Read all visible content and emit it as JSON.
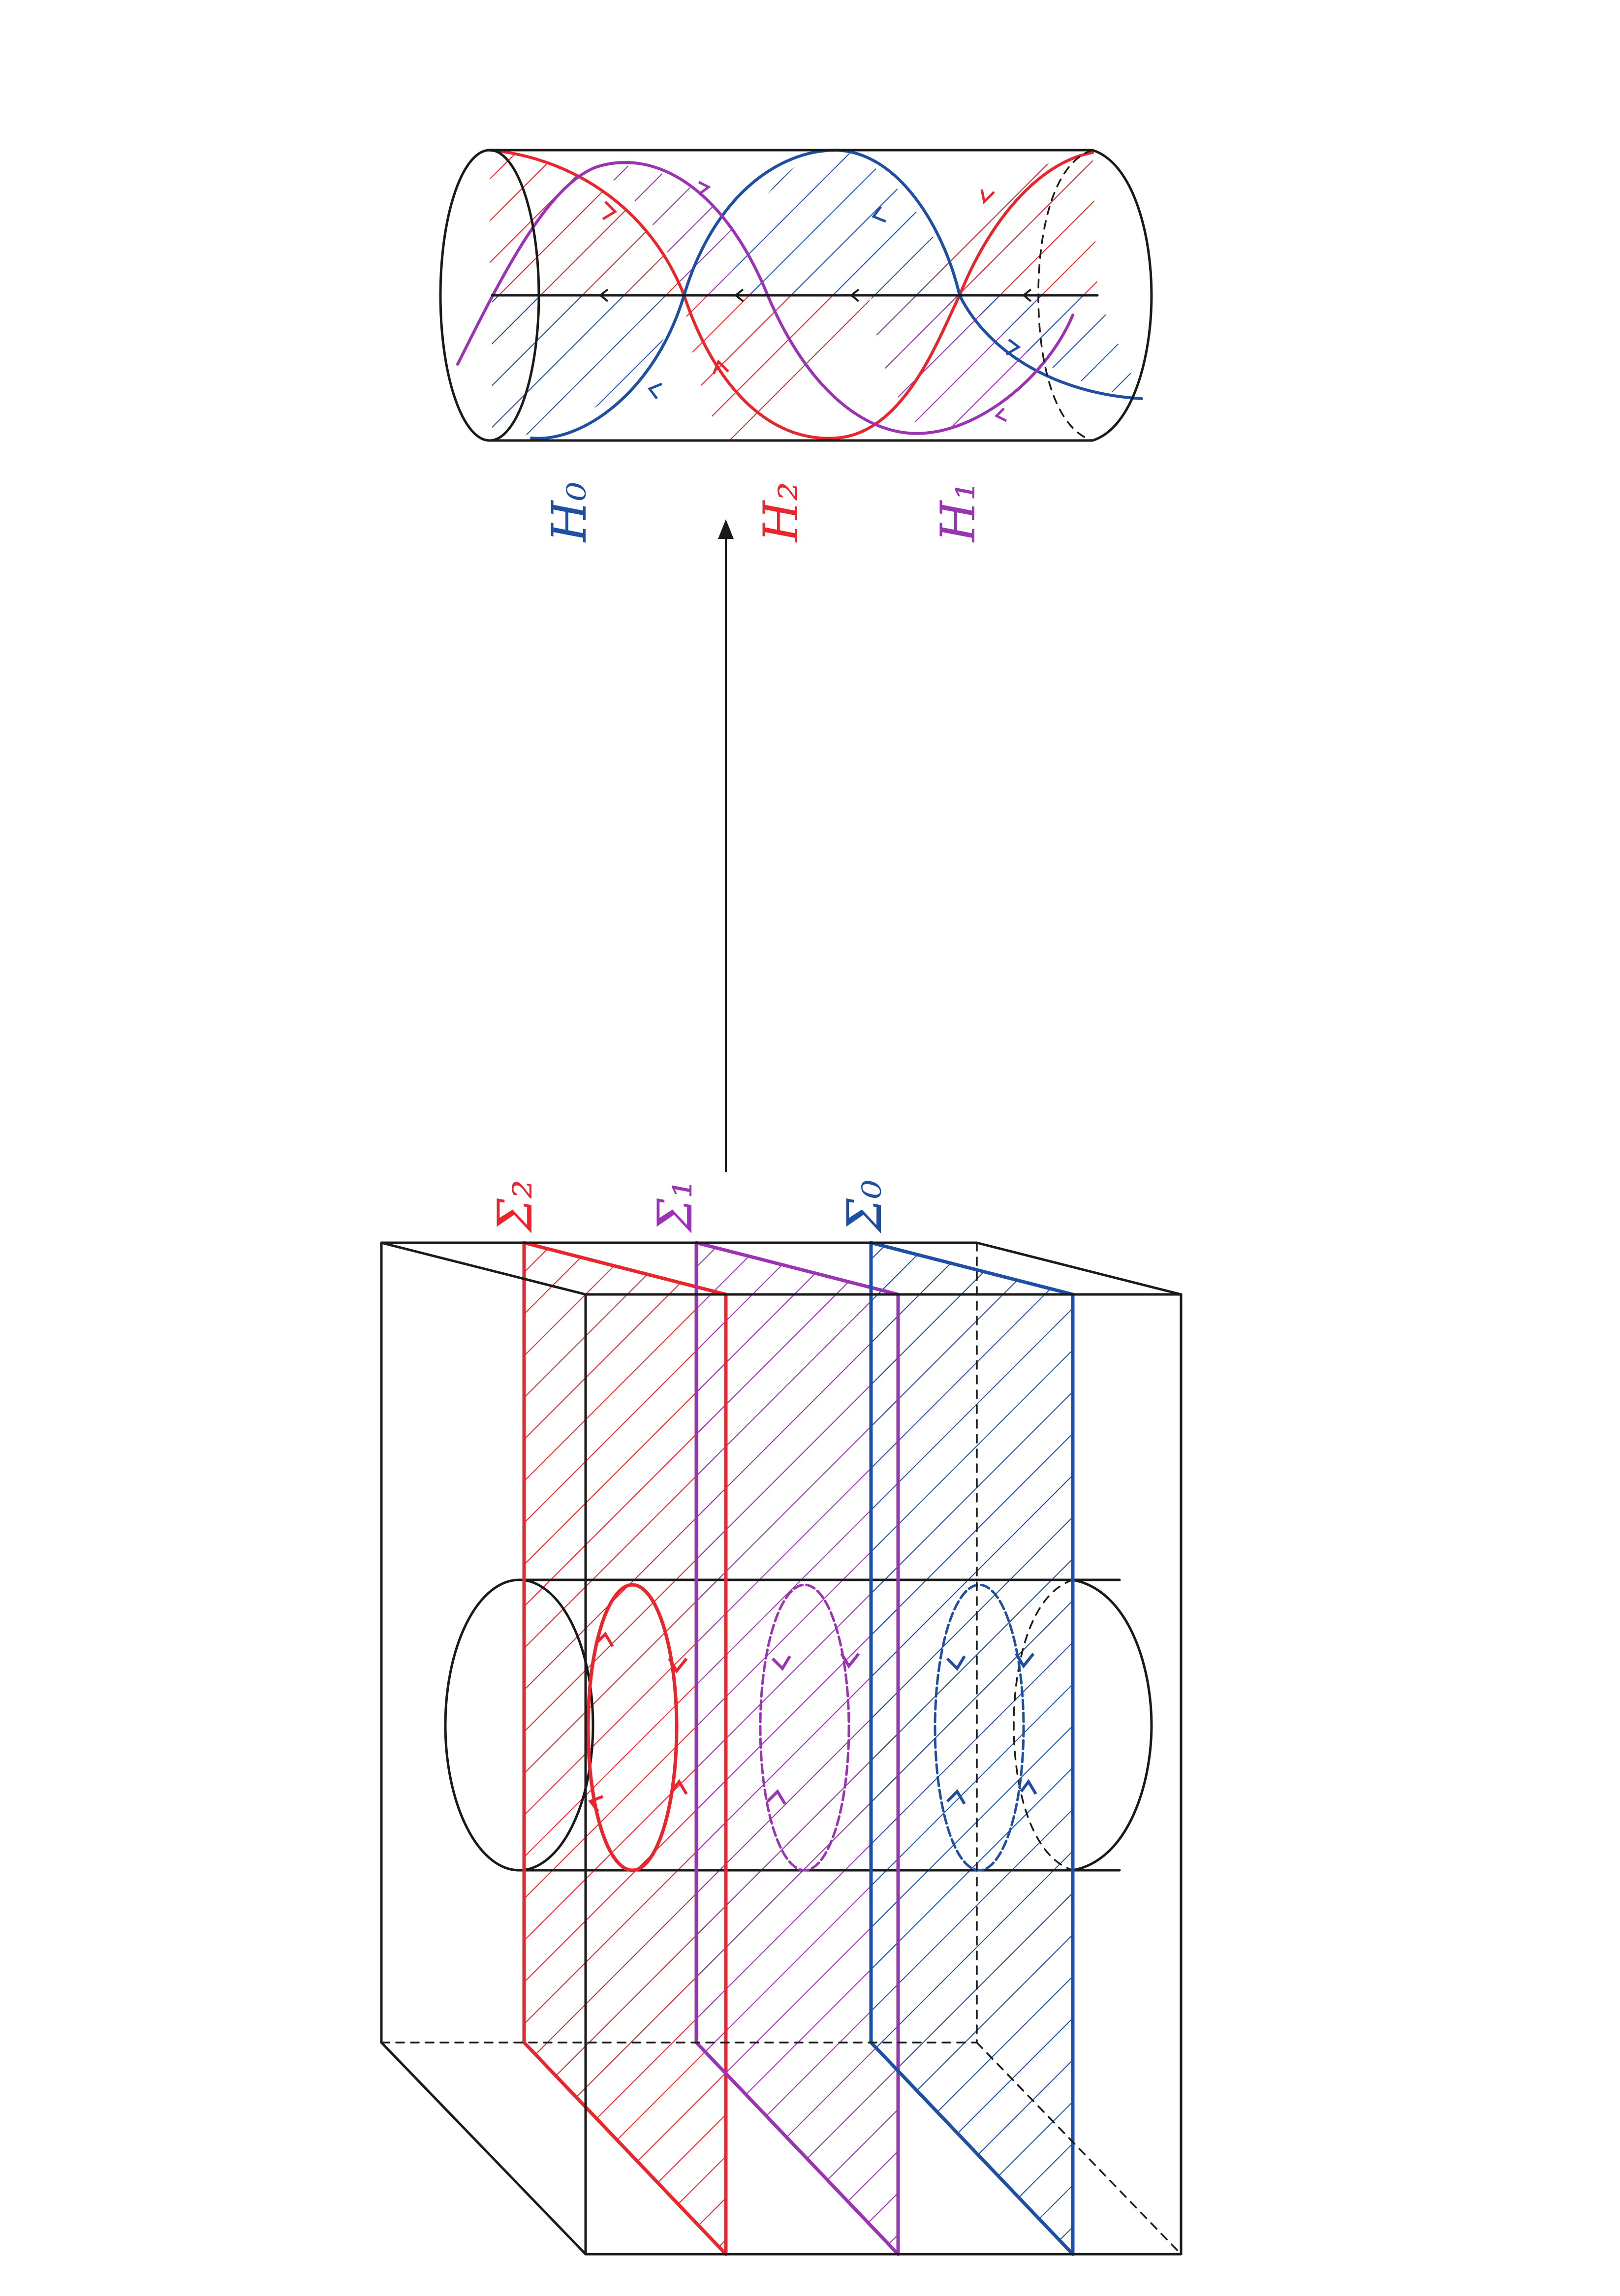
{
  "colors": {
    "red": "#e8262c",
    "purple": "#9a34b3",
    "blue": "#1f4fa3",
    "ink": "#1a1a1a"
  },
  "labels": {
    "sigma_2": "Σ₂",
    "sigma_1": "Σ₁",
    "sigma_0": "Σ₀",
    "h_0": "H₀",
    "h_2": "H₂",
    "h_1": "H₁"
  }
}
